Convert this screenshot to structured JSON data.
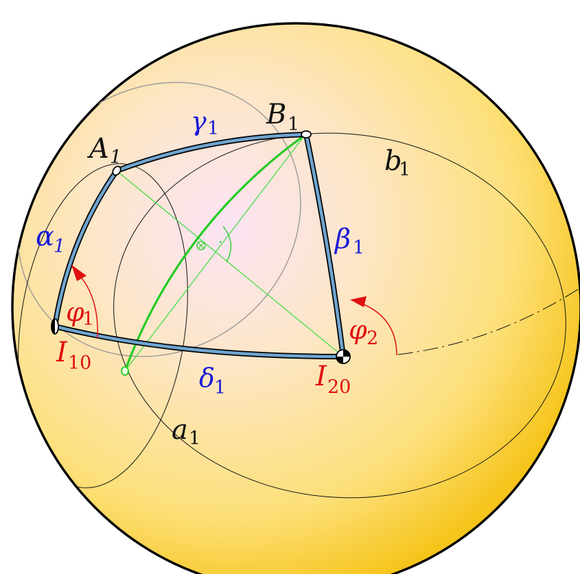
{
  "colors": {
    "sphere_light": "#fce6f4",
    "sphere_mid": "#fde3a0",
    "sphere_dark": "#f7c81a",
    "outline": "#000000",
    "arc_fill": "#6fa4cf",
    "construction": "#33dd33",
    "bisector": "#22cc22",
    "angle_red": "#e01010",
    "label_blue": "#1a1ad8",
    "label_red": "#e01010",
    "label_black": "#111111",
    "grey_circle": "#999999"
  },
  "labels": {
    "A1": {
      "base": "A",
      "sub": "1"
    },
    "B1": {
      "base": "B",
      "sub": "1"
    },
    "gamma1": {
      "base": "γ",
      "sub": "1"
    },
    "alpha1": {
      "base": "α",
      "sub": "1"
    },
    "beta1": {
      "base": "β",
      "sub": "1"
    },
    "delta1": {
      "base": "δ",
      "sub": "1"
    },
    "phi1": {
      "base": "φ",
      "sub": "1"
    },
    "phi2": {
      "base": "φ",
      "sub": "2"
    },
    "I10": {
      "base": "I",
      "sub": "10"
    },
    "I20": {
      "base": "I",
      "sub": "20"
    },
    "a1": {
      "base": "a",
      "sub": "1"
    },
    "b1": {
      "base": "b",
      "sub": "1"
    },
    "dot": "·"
  }
}
